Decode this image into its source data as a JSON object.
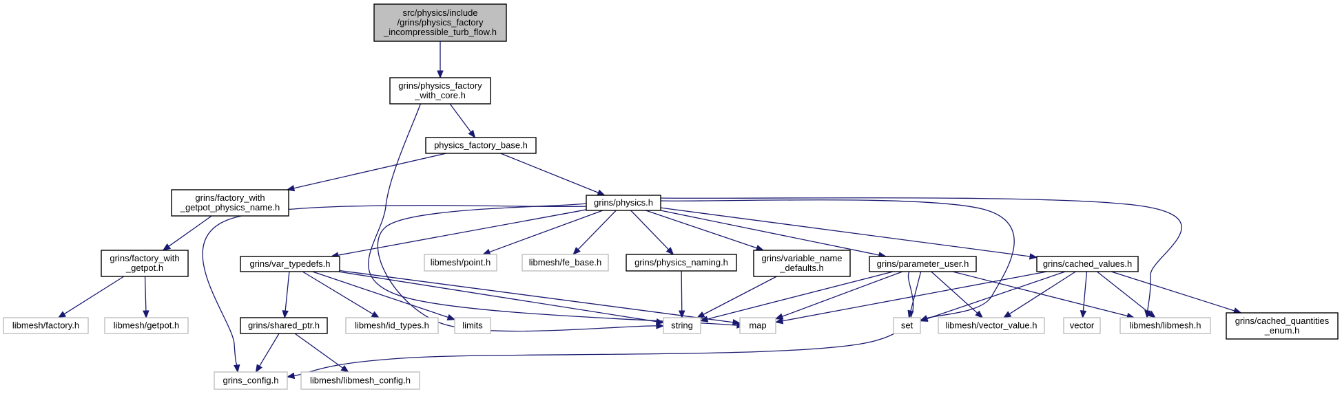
{
  "diagram": {
    "colors": {
      "edge": "#191970",
      "root_fill": "#bfbfbf",
      "documented_stroke": "#000000",
      "undocumented_stroke": "#bfbfbf"
    },
    "nodes": [
      {
        "id": "root",
        "kind": "root",
        "lines": [
          "src/physics/include",
          "/grins/physics_factory",
          "_incompressible_turb_flow.h"
        ]
      },
      {
        "id": "core",
        "kind": "documented",
        "lines": [
          "grins/physics_factory",
          "_with_core.h"
        ]
      },
      {
        "id": "base",
        "kind": "documented",
        "lines": [
          "physics_factory_base.h"
        ]
      },
      {
        "id": "fwgpn",
        "kind": "documented",
        "lines": [
          "grins/factory_with",
          "_getpot_physics_name.h"
        ]
      },
      {
        "id": "physics",
        "kind": "documented",
        "lines": [
          "grins/physics.h"
        ]
      },
      {
        "id": "fwg",
        "kind": "documented",
        "lines": [
          "grins/factory_with",
          "_getpot.h"
        ]
      },
      {
        "id": "factory",
        "kind": "undocumented",
        "lines": [
          "libmesh/factory.h"
        ]
      },
      {
        "id": "getpot",
        "kind": "undocumented",
        "lines": [
          "libmesh/getpot.h"
        ]
      },
      {
        "id": "vartypedefs",
        "kind": "documented",
        "lines": [
          "grins/var_typedefs.h"
        ]
      },
      {
        "id": "point",
        "kind": "undocumented",
        "lines": [
          "libmesh/point.h"
        ]
      },
      {
        "id": "febase",
        "kind": "undocumented",
        "lines": [
          "libmesh/fe_base.h"
        ]
      },
      {
        "id": "naming",
        "kind": "documented",
        "lines": [
          "grins/physics_naming.h"
        ]
      },
      {
        "id": "varname",
        "kind": "documented",
        "lines": [
          "grins/variable_name",
          "_defaults.h"
        ]
      },
      {
        "id": "paramuser",
        "kind": "documented",
        "lines": [
          "grins/parameter_user.h"
        ]
      },
      {
        "id": "cached",
        "kind": "documented",
        "lines": [
          "grins/cached_values.h"
        ]
      },
      {
        "id": "sharedptr",
        "kind": "documented",
        "lines": [
          "grins/shared_ptr.h"
        ]
      },
      {
        "id": "idtypes",
        "kind": "undocumented",
        "lines": [
          "libmesh/id_types.h"
        ]
      },
      {
        "id": "limits",
        "kind": "undocumented",
        "lines": [
          "limits"
        ]
      },
      {
        "id": "string",
        "kind": "undocumented",
        "lines": [
          "string"
        ]
      },
      {
        "id": "map",
        "kind": "undocumented",
        "lines": [
          "map"
        ]
      },
      {
        "id": "set",
        "kind": "undocumented",
        "lines": [
          "set"
        ]
      },
      {
        "id": "vectorvalue",
        "kind": "undocumented",
        "lines": [
          "libmesh/vector_value.h"
        ]
      },
      {
        "id": "vector",
        "kind": "undocumented",
        "lines": [
          "vector"
        ]
      },
      {
        "id": "libmesh",
        "kind": "undocumented",
        "lines": [
          "libmesh/libmesh.h"
        ]
      },
      {
        "id": "cqenum",
        "kind": "documented",
        "lines": [
          "grins/cached_quantities",
          "_enum.h"
        ]
      },
      {
        "id": "grinsconfig",
        "kind": "undocumented",
        "lines": [
          "grins_config.h"
        ]
      },
      {
        "id": "libmeshconfig",
        "kind": "undocumented",
        "lines": [
          "libmesh/libmesh_config.h"
        ]
      }
    ]
  }
}
